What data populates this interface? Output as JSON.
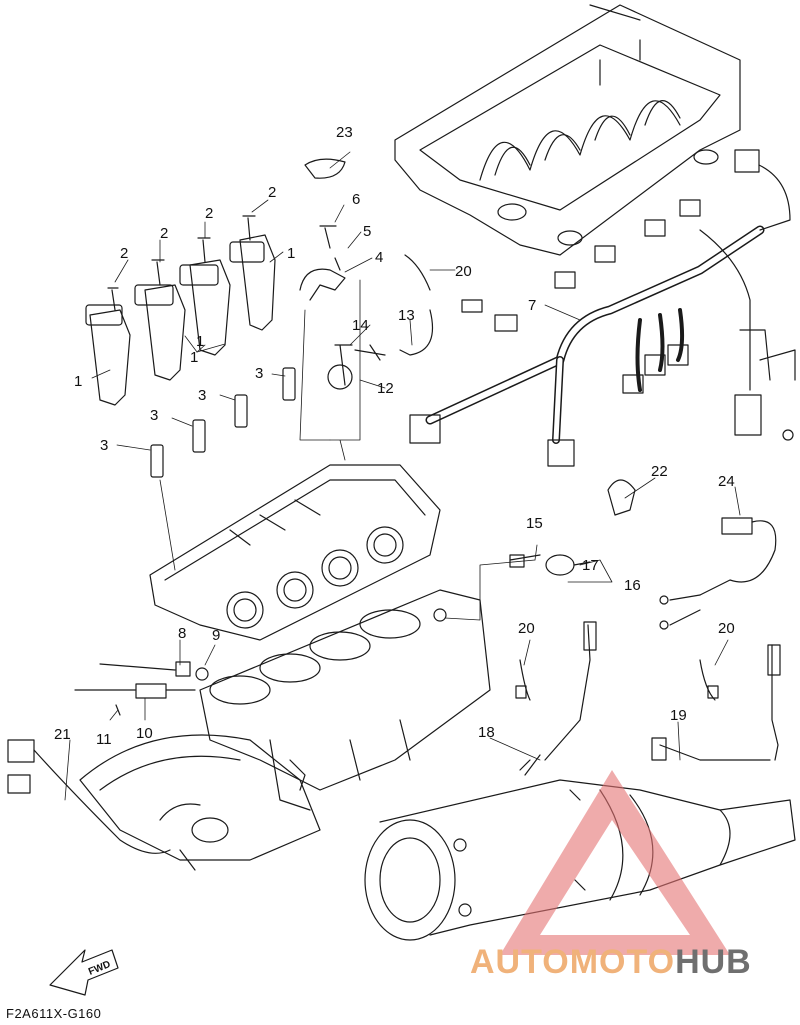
{
  "diagram": {
    "callouts": [
      "1",
      "1",
      "1",
      "1",
      "2",
      "2",
      "2",
      "2",
      "3",
      "3",
      "3",
      "3",
      "4",
      "5",
      "6",
      "7",
      "8",
      "9",
      "10",
      "11",
      "12",
      "13",
      "14",
      "15",
      "16",
      "17",
      "18",
      "19",
      "20",
      "20",
      "20",
      "21",
      "22",
      "23",
      "24"
    ],
    "fwd_label": "FWD",
    "part_code": "F2A611X-G160"
  },
  "watermark": {
    "text_accent": "AUTOMOTO",
    "text_dark": "HUB",
    "accent_color": "#f0b27a",
    "dark_color": "#6f6f6f",
    "triangle_color": "#e57373"
  }
}
